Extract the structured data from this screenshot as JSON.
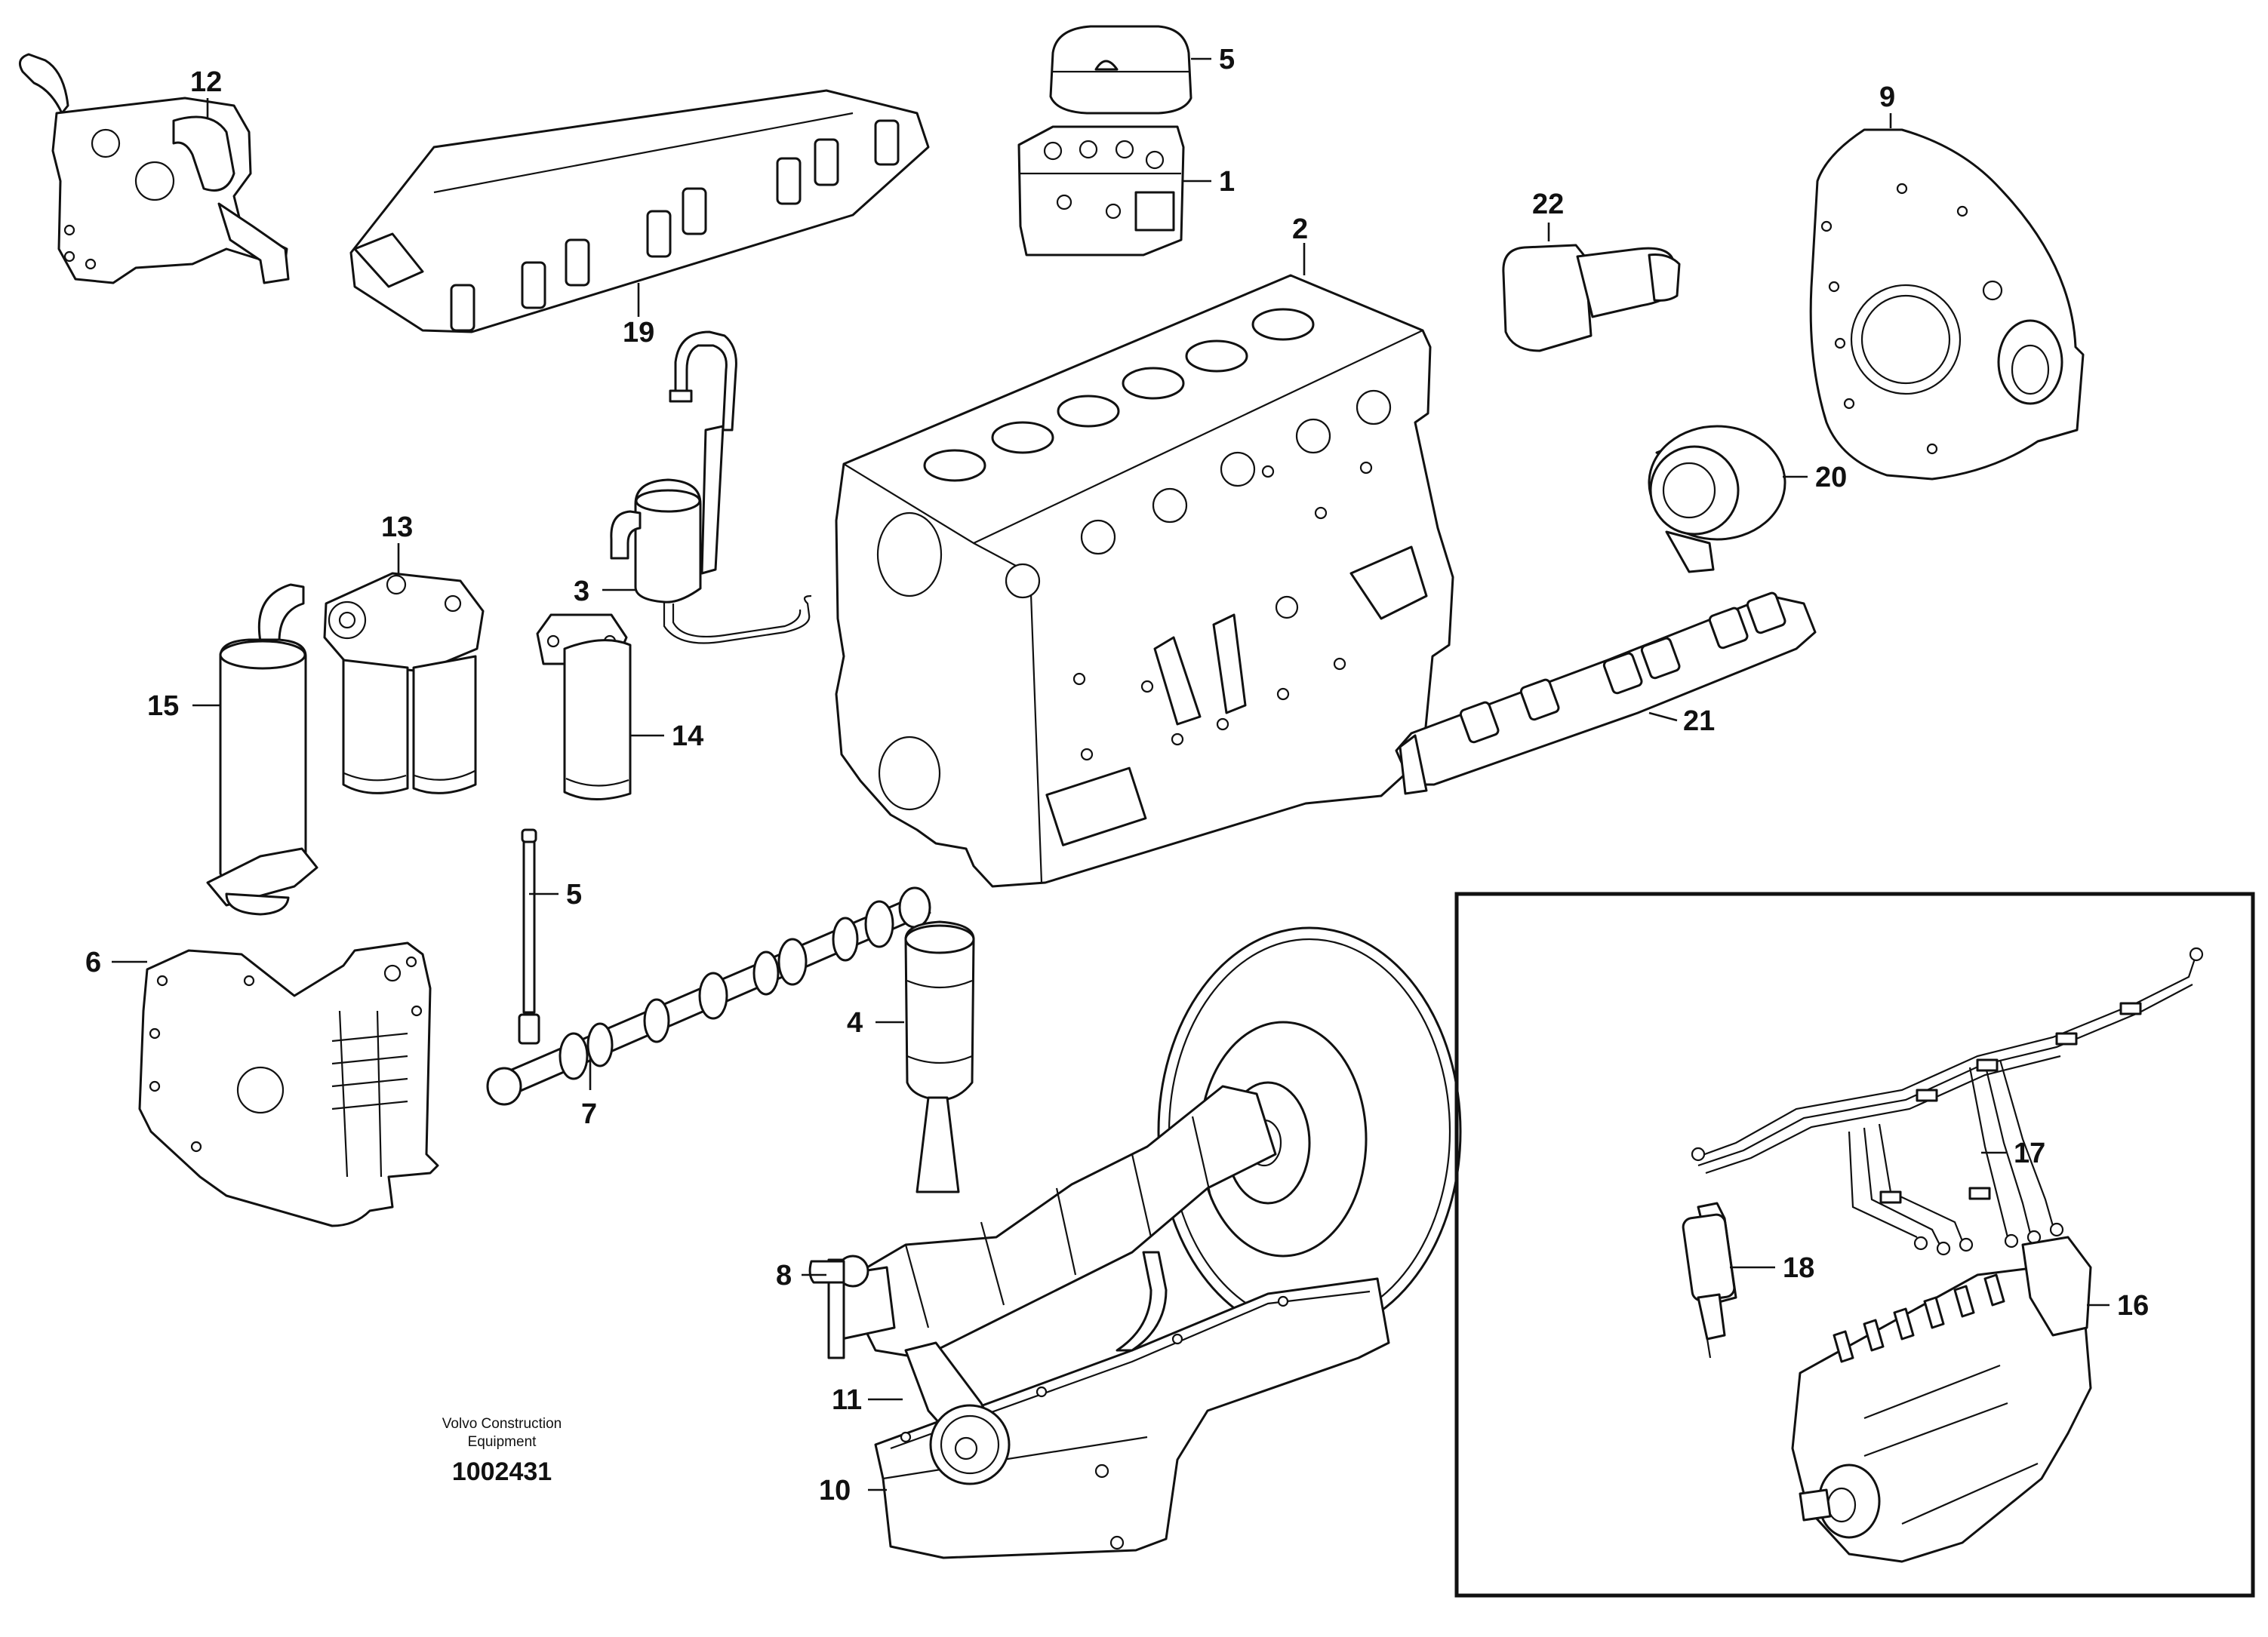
{
  "callouts": {
    "c1": "1",
    "c2": "2",
    "c3": "3",
    "c4": "4",
    "c5a": "5",
    "c5b": "5",
    "c6": "6",
    "c7": "7",
    "c8": "8",
    "c9": "9",
    "c10": "10",
    "c11": "11",
    "c12": "12",
    "c13": "13",
    "c14": "14",
    "c15": "15",
    "c16": "16",
    "c17": "17",
    "c18": "18",
    "c19": "19",
    "c20": "20",
    "c21": "21",
    "c22": "22"
  },
  "footer": {
    "line1": "Volvo Construction",
    "line2": "Equipment",
    "number": "1002431"
  }
}
